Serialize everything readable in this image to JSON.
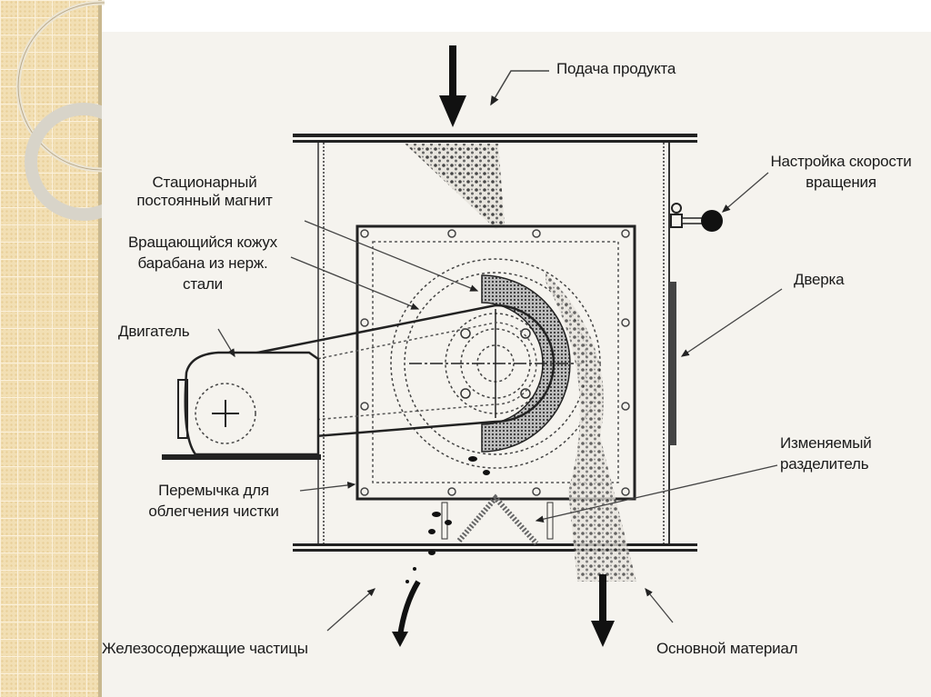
{
  "slide": {
    "background_color": "#f5f3ee",
    "sidebar_color": "#f2dfb4"
  },
  "diagram": {
    "title": "",
    "labels": {
      "feed": "Подача продукта",
      "magnet_line1": "Стационарный",
      "magnet_line2": "постоянный магнит",
      "drum_line1": "Вращающийся кожух",
      "drum_line2": "барабана из нерж.",
      "drum_line3": "стали",
      "motor": "Двигатель",
      "speed_line1": "Настройка скорости",
      "speed_line2": "вращения",
      "door": "Дверка",
      "splitter_line1": "Изменяемый",
      "splitter_line2": "разделитель",
      "bridge_line1": "Перемычка для",
      "bridge_line2": "облегчения чистки",
      "ferrous": "Железосодержащие частицы",
      "main_material": "Основной материал"
    }
  }
}
